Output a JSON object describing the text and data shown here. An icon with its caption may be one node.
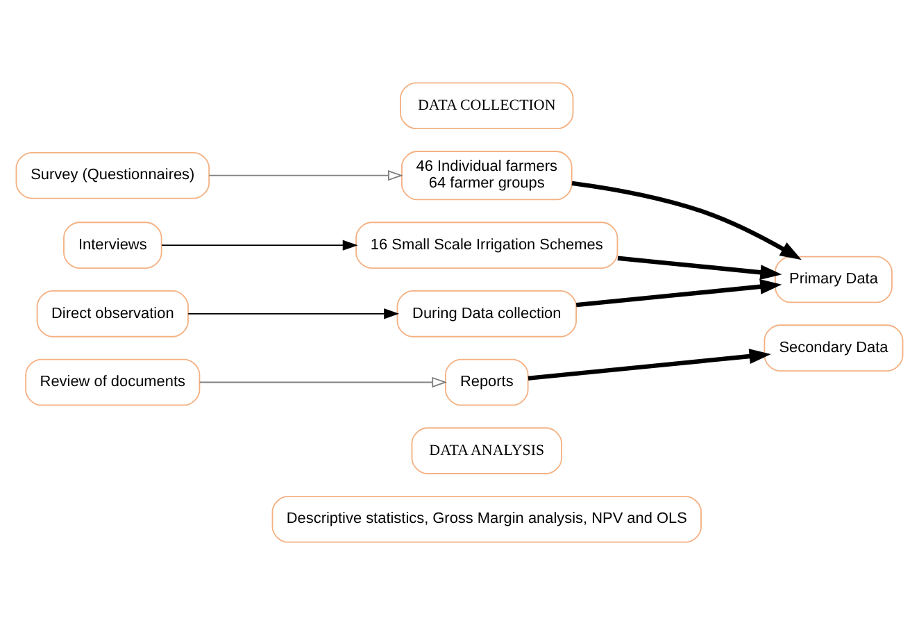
{
  "diagram": {
    "nodes": [
      {
        "text": [
          "DATA COLLECTION"
        ]
      },
      {
        "text": [
          "Survey (Questionnaires)"
        ]
      },
      {
        "text": [
          "46 Individual farmers",
          "64 farmer groups"
        ]
      },
      {
        "text": [
          "Interviews"
        ]
      },
      {
        "text": [
          "16 Small Scale Irrigation Schemes"
        ]
      },
      {
        "text": [
          "Primary Data"
        ]
      },
      {
        "text": [
          "Direct observation"
        ]
      },
      {
        "text": [
          "During Data collection"
        ]
      },
      {
        "text": [
          "Review of documents"
        ]
      },
      {
        "text": [
          "Reports"
        ]
      },
      {
        "text": [
          "Secondary Data"
        ]
      },
      {
        "text": [
          "DATA ANALYSIS"
        ]
      },
      {
        "text": [
          "Descriptive statistics, Gross Margin analysis, NPV and OLS"
        ]
      }
    ],
    "edges": [
      {
        "from": 1,
        "to": 2,
        "arrow": "to",
        "color": "#808080"
      },
      {
        "from": 3,
        "to": 4,
        "arrow": "to"
      },
      {
        "from": 6,
        "to": 7,
        "arrow": "to"
      },
      {
        "from": 8,
        "to": 9,
        "arrow": "to",
        "color": "#808080"
      },
      {
        "from": 2,
        "to": 5,
        "arrow": "to",
        "style": "thick"
      },
      {
        "from": 4,
        "to": 5,
        "arrow": "to",
        "style": "thick"
      },
      {
        "from": 7,
        "to": 5,
        "arrow": "to",
        "style": "thick"
      },
      {
        "from": 9,
        "to": 10,
        "arrow": "to",
        "style": "thick"
      }
    ]
  }
}
